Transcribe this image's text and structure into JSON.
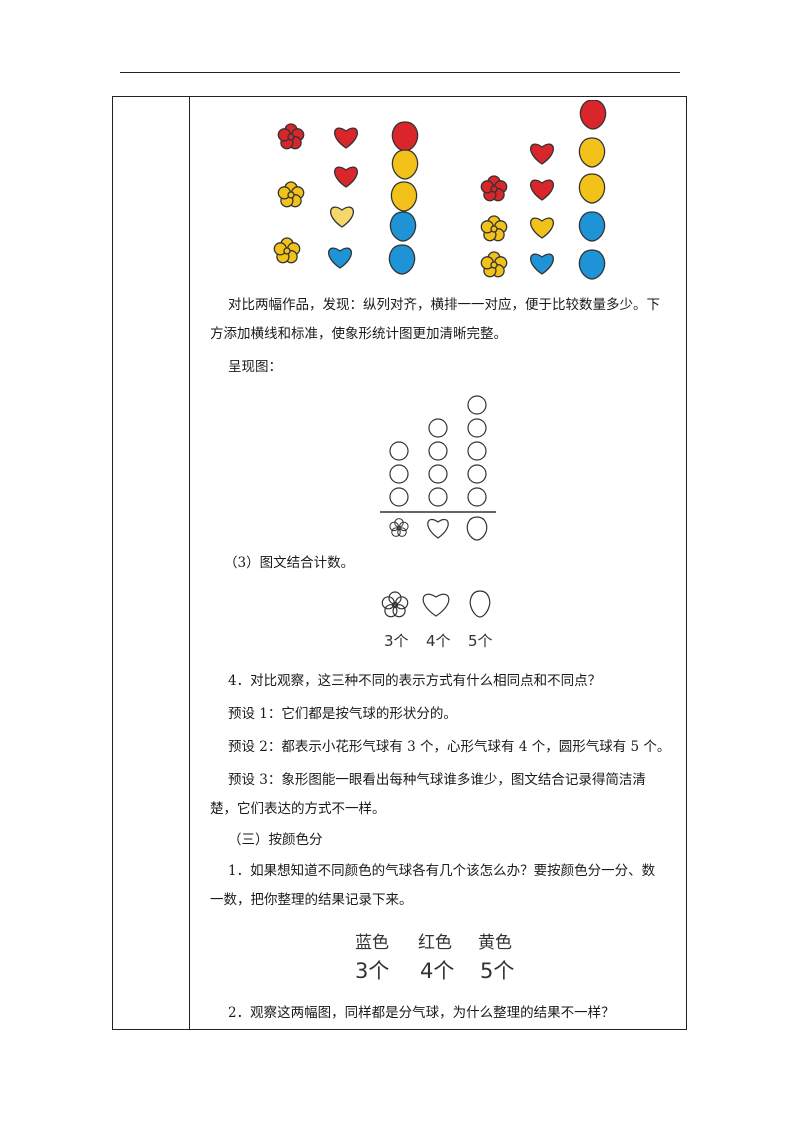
{
  "content": {
    "p1_line1": "对比两幅作品，发现：纵列对齐，横排一一对应，便于比较数量多少。下",
    "p1_line2": "方添加横线和标准，使象形统计图更加清晰完整。",
    "p2": "呈现图：",
    "p3": "（3）图文结合计数。",
    "p4": "4．对比观察，这三种不同的表示方式有什么相同点和不同点？",
    "p5": "预设 1：它们都是按气球的形状分的。",
    "p6": "预设 2：都表示小花形气球有 3 个，心形气球有 4 个，圆形气球有 5 个。",
    "p7_line1": "预设 3：象形图能一眼看出每种气球谁多谁少，图文结合记录得简洁清",
    "p7_line2": "楚，它们表达的方式不一样。",
    "p8": "（三）按颜色分",
    "p9_line1": "1．如果想知道不同颜色的气球各有几个该怎么办？要按颜色分一分、数",
    "p9_line2": "一数，把你整理的结果记录下来。",
    "p10": "2．观察这两幅图，同样都是分气球，为什么整理的结果不一样？"
  },
  "shape_counts": {
    "labels": [
      "3个",
      "4个",
      "5个"
    ]
  },
  "color_counts": {
    "colors": [
      "蓝色",
      "红色",
      "黄色"
    ],
    "counts": [
      "3个",
      "4个",
      "5个"
    ]
  },
  "palette": {
    "red": "#d8262b",
    "yellow": "#f3c21a",
    "blue": "#1e93d6",
    "outline": "#333333"
  },
  "icons": [
    "flower-icon",
    "heart-icon",
    "balloon-icon",
    "circle-icon"
  ]
}
